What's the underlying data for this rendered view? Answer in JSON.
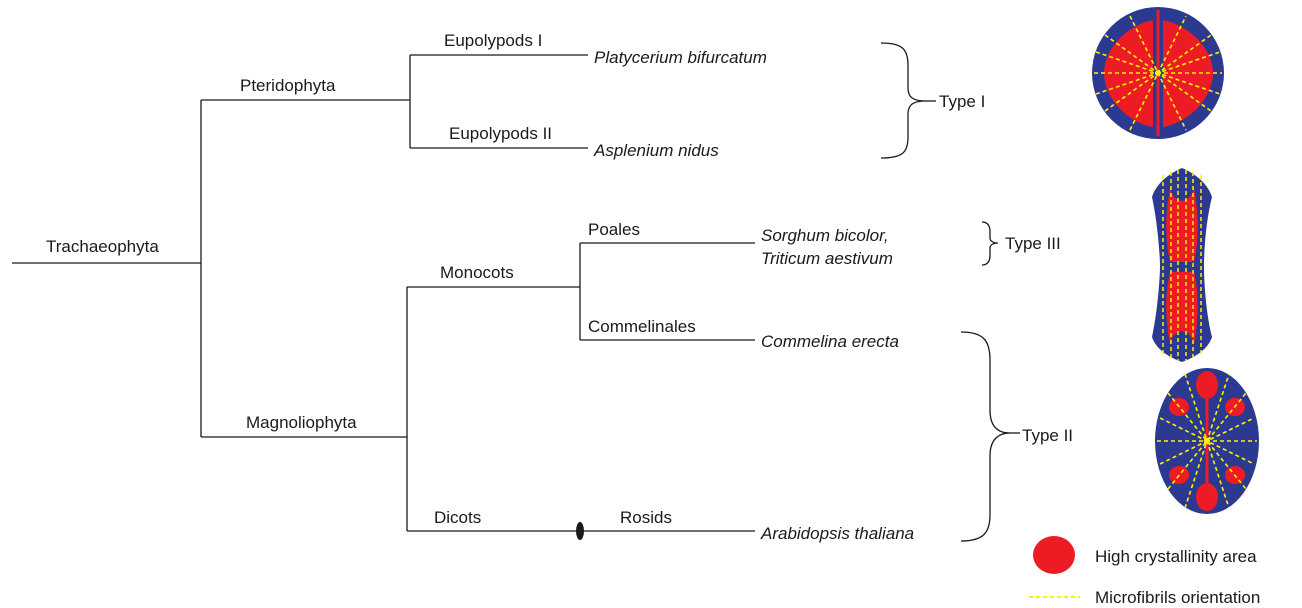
{
  "tree": {
    "root": "Trachaeophyta",
    "clades": {
      "pteridophyta": "Pteridophyta",
      "eupolypods_1": "Eupolypods I",
      "eupolypods_2": "Eupolypods II",
      "magnoliophyta": "Magnoliophyta",
      "monocots": "Monocots",
      "poales": "Poales",
      "commelinales": "Commelinales",
      "dicots": "Dicots",
      "rosids": "Rosids"
    },
    "species": {
      "platycerium": "Platycerium bifurcatum",
      "asplenium": "Asplenium nidus",
      "sorghum": "Sorghum bicolor,",
      "triticum": "Triticum aestivum",
      "commelina": "Commelina erecta",
      "arabidopsis": "Arabidopsis thaliana"
    }
  },
  "types": {
    "type1": "Type I",
    "type2": "Type II",
    "type3": "Type III"
  },
  "legend": {
    "crystallinity": "High crystallinity area",
    "microfibrils": "Microfibrils orientation"
  },
  "colors": {
    "cell_fill": "#2b3990",
    "high_crystallinity": "#ed1c24",
    "microfibril": "#fff200",
    "line": "#1a1a1a"
  }
}
